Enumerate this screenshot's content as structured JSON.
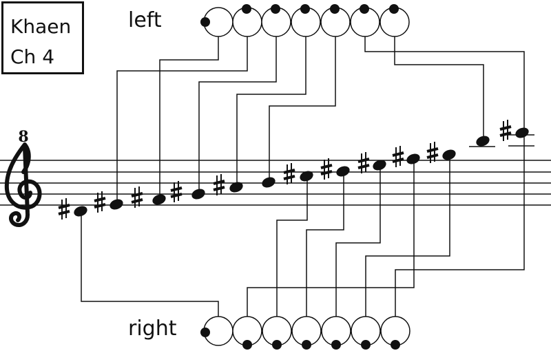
{
  "title": {
    "line1": "Khaen",
    "line2": "Ch 4"
  },
  "labels": {
    "left": "left",
    "right": "right"
  },
  "clef": {
    "type": "treble",
    "octave_mark": "8"
  },
  "colors": {
    "ink": "#111111",
    "background": "#ffffff"
  },
  "notes": [
    {
      "id": 1,
      "pitch": "D4",
      "sharp": true
    },
    {
      "id": 2,
      "pitch": "E4",
      "sharp": true
    },
    {
      "id": 3,
      "pitch": "F4",
      "sharp": true
    },
    {
      "id": 4,
      "pitch": "G4",
      "sharp": true
    },
    {
      "id": 5,
      "pitch": "A4",
      "sharp": true
    },
    {
      "id": 6,
      "pitch": "B4",
      "sharp": false
    },
    {
      "id": 7,
      "pitch": "C5",
      "sharp": true
    },
    {
      "id": 8,
      "pitch": "D5",
      "sharp": true
    },
    {
      "id": 9,
      "pitch": "E5",
      "sharp": true
    },
    {
      "id": 10,
      "pitch": "F5",
      "sharp": true
    },
    {
      "id": 11,
      "pitch": "G5",
      "sharp": true
    },
    {
      "id": 12,
      "pitch": "A5",
      "sharp": false
    },
    {
      "id": 13,
      "pitch": "B5",
      "sharp": true
    }
  ],
  "pipes": {
    "left": [
      {
        "index": 1,
        "hole": "side",
        "note": 3
      },
      {
        "index": 2,
        "hole": "top",
        "note": 2
      },
      {
        "index": 3,
        "hole": "top",
        "note": 4
      },
      {
        "index": 4,
        "hole": "top",
        "note": 5
      },
      {
        "index": 5,
        "hole": "top",
        "note": 6
      },
      {
        "index": 6,
        "hole": "top",
        "note": 13
      },
      {
        "index": 7,
        "hole": "top",
        "note": 12
      }
    ],
    "right": [
      {
        "index": 1,
        "hole": "side",
        "note": 1
      },
      {
        "index": 2,
        "hole": "bottom",
        "note": 10
      },
      {
        "index": 3,
        "hole": "bottom",
        "note": 7
      },
      {
        "index": 4,
        "hole": "bottom",
        "note": 8
      },
      {
        "index": 5,
        "hole": "bottom",
        "note": 9
      },
      {
        "index": 6,
        "hole": "bottom",
        "note": 11
      },
      {
        "index": 7,
        "hole": "bottom",
        "note": 13
      }
    ]
  }
}
